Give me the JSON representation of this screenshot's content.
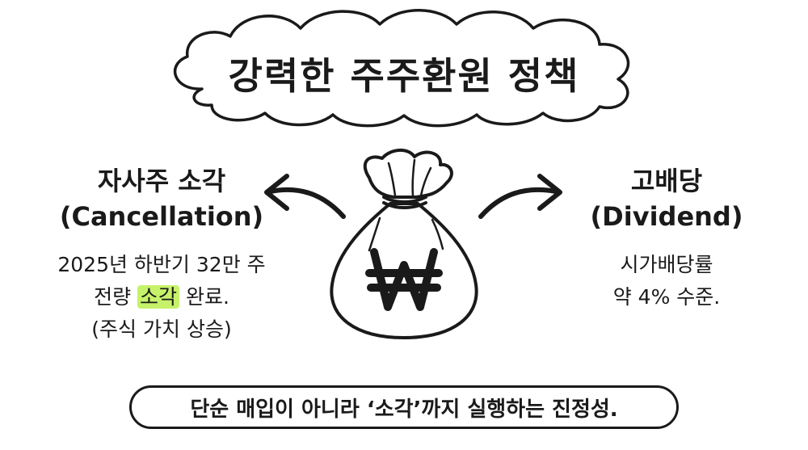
{
  "title": "강력한 주주환원 정책",
  "left": {
    "heading_ko": "자사주 소각",
    "heading_en": "(Cancellation)",
    "line1": "2025년 하반기 32만 주",
    "line2_pre": "전량 ",
    "line2_highlight": "소각",
    "line2_post": " 완료.",
    "line3": "(주식 가치 상승)"
  },
  "center": {
    "icon": "money-bag-won-icon",
    "symbol": "₩"
  },
  "right": {
    "heading_ko": "고배당",
    "heading_en": "(Dividend)",
    "line1": "시가배당률",
    "line2": "약 4% 수준."
  },
  "banner": "단순 매입이 아니라 ‘소각’까지 실행하는 진정성.",
  "colors": {
    "ink": "#1a1a1a",
    "highlight": "#c6f26a",
    "background": "#ffffff"
  }
}
